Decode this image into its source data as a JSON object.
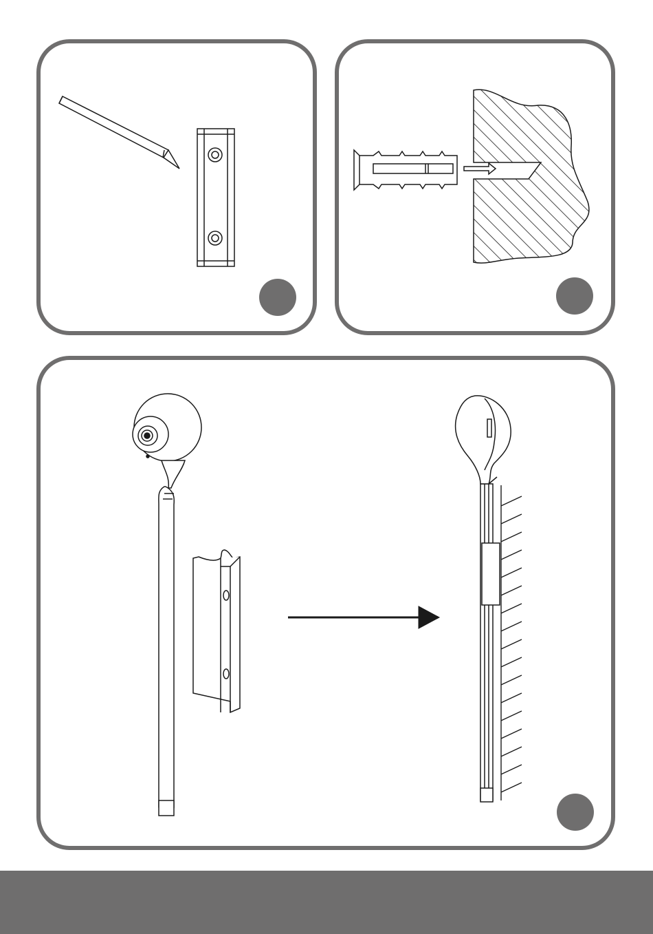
{
  "colors": {
    "frame": "#6f6e6e",
    "line": "#1a1a1a",
    "background": "#ffffff",
    "footer": "#6f6e6e"
  },
  "panels": [
    {
      "illustration": "pencil-marking-bracket-holes",
      "badge_text": ""
    },
    {
      "illustration": "wall-plug-inserted-into-wall",
      "badge_text": ""
    },
    {
      "illustration": "camera-clipped-into-wall-bracket",
      "badge_text": ""
    }
  ],
  "footer": {
    "text": ""
  }
}
